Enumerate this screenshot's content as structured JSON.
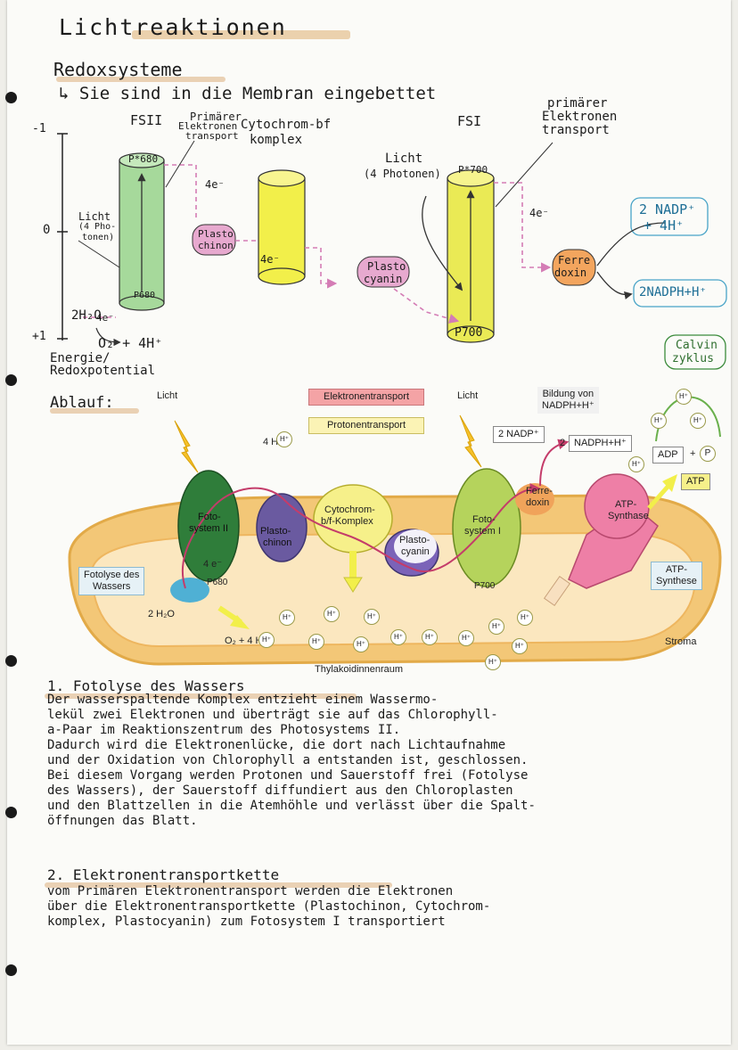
{
  "header": {
    "title": "Lichtreaktionen",
    "subtitle": "Redoxsysteme",
    "intro": "↳ Sie sind in die Membran eingebettet"
  },
  "sketch": {
    "axis_top": "-1",
    "axis_mid": "0",
    "axis_bottom": "+1",
    "axis_label_1": "Energie/",
    "axis_label_2": "Redoxpotential",
    "fsii": "FSII",
    "fsi": "FSI",
    "primary_transport_left_1": "Primärer",
    "primary_transport_left_2": "Elektronen",
    "primary_transport_left_3": "transport",
    "cytochrom_1": "Cytochrom-bf",
    "cytochrom_2": "komplex",
    "primary_transport_right_1": "primärer",
    "primary_transport_right_2": "Elektronen",
    "primary_transport_right_3": "transport",
    "licht_left_1": "Licht",
    "licht_left_2": "(4 Pho-",
    "licht_left_3": "tonen)",
    "licht_mid_1": "Licht",
    "licht_mid_2": "(4 Photonen)",
    "p680_top": "P*680",
    "p680_bottom": "P680",
    "p700_top": "P*700",
    "p700_bottom": "P700",
    "plastochinon_1": "Plasto",
    "plastochinon_2": "chinon",
    "plastocyanin_1": "Plasto",
    "plastocyanin_2": "cyanin",
    "ferredoxin_1": "Ferre",
    "ferredoxin_2": "doxin",
    "electrons": "4e⁻",
    "water": "2H₂O",
    "oxygen": "O₂ + 4H⁺",
    "nadp_1": "2 NADP⁺",
    "nadp_2": "+ 4H⁺",
    "nadph": "2NADPH+H⁺",
    "calvin_1": "Calvin",
    "calvin_2": "zyklus",
    "ablauf": "Ablauf:"
  },
  "diagram": {
    "licht_left": "Licht",
    "licht_right": "Licht",
    "elektronentransport": "Elektronentransport",
    "protonentransport": "Protonentransport",
    "bildung_1": "Bildung von",
    "bildung_2": "NADPH+H⁺",
    "four_h": "4 H⁺",
    "two_nadp": "2 NADP⁺",
    "two_nadph": "2",
    "nadph_box": "NADPH+H⁺",
    "ferredoxin_1": "Ferre-",
    "ferredoxin_2": "doxin",
    "atp_synthase_1": "ATP-",
    "atp_synthase_2": "Synthase",
    "adp": "ADP",
    "p": "P",
    "atp": "ATP",
    "fotosystem2_1": "Foto-",
    "fotosystem2_2": "system II",
    "plastochinon_1": "Plasto-",
    "plastochinon_2": "chinon",
    "cytochrom_1": "Cytochrom-",
    "cytochrom_2": "b/f-Komplex",
    "plastocyanin_1": "Plasto-",
    "plastocyanin_2": "cyanin",
    "fotosystem1_1": "Foto-",
    "fotosystem1_2": "system I",
    "four_e": "4 e⁻",
    "p680": "P680",
    "p700": "P700",
    "fotolyse_1": "Fotolyse des",
    "fotolyse_2": "Wassers",
    "water": "2 H₂O",
    "oxygen": "O₂ + 4 H⁺",
    "h": "H⁺",
    "atp_synthese_1": "ATP-",
    "atp_synthese_2": "Synthese",
    "stroma": "Stroma",
    "thylakoid": "Thylakoidinnenraum"
  },
  "sections": [
    {
      "heading": "1. Fotolyse des Wassers",
      "lines": [
        "Der wasserspaltende Komplex entzieht einem Wassermo-",
        "lekül zwei Elektronen und überträgt sie auf das Chlorophyll-",
        "a-Paar im Reaktionszentrum des Photosystems II.",
        "Dadurch wird die Elektronenlücke, die dort nach Lichtaufnahme",
        "und der Oxidation von Chlorophyll a entstanden ist, geschlossen.",
        "Bei diesem Vorgang werden Protonen und Sauerstoff frei (Fotolyse",
        "des Wassers), der Sauerstoff diffundiert aus den Chloroplasten",
        "und den Blattzellen in die Atemhöhle und verlässt über die Spalt-",
        "öffnungen das Blatt."
      ]
    },
    {
      "heading": "2. Elektronentransportkette",
      "lines": [
        "vom Primären Elektronentransport werden die Elektronen",
        "über die Elektronentransportkette (Plastochinon, Cytochrom-",
        "komplex, Plastocyanin) zum Fotosystem I transportiert"
      ]
    }
  ],
  "colors": {
    "highlight": "#e6c9a8",
    "green_cylinder": "#a6d99b",
    "yellow_cylinder": "#f2ef4a",
    "plasto_pink": "#e7a9cf",
    "membrane_orange": "#f3c777",
    "ps2_dark_green": "#2f7d3a",
    "ps1_light_green": "#b5d35c",
    "atp_pink": "#ee7fa6",
    "elektronentransport_box": "#f4a3a5",
    "protonentransport_box": "#fbf3b5"
  }
}
